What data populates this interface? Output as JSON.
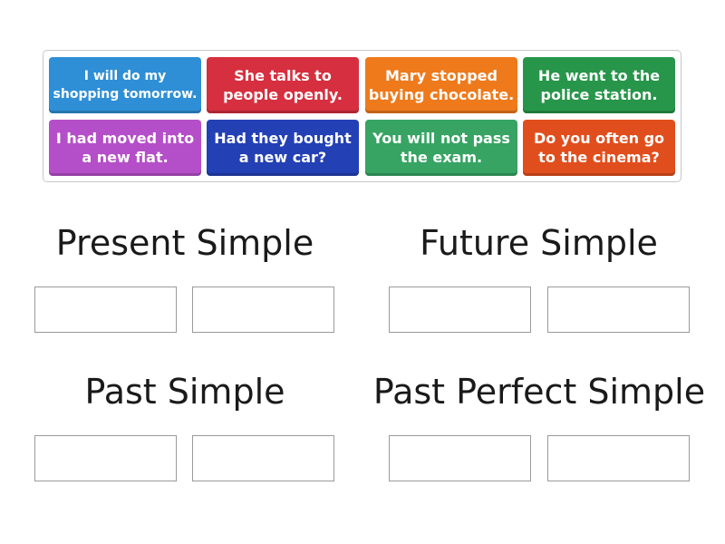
{
  "cards": [
    {
      "text": "I will do my shopping tomorrow.",
      "color": "#2e8fd6"
    },
    {
      "text": "She talks to people openly.",
      "color": "#d62f3f"
    },
    {
      "text": "Mary stopped buying chocolate.",
      "color": "#ee7a1c"
    },
    {
      "text": "He went to the police station.",
      "color": "#27964a"
    },
    {
      "text": "I had moved into a new flat.",
      "color": "#b54fc9"
    },
    {
      "text": "Had they bought a new car?",
      "color": "#2340b5"
    },
    {
      "text": "You will not pass the exam.",
      "color": "#37a463"
    },
    {
      "text": "Do you often go to the cinema?",
      "color": "#e14e1d"
    }
  ],
  "groups": [
    {
      "title": "Present Simple"
    },
    {
      "title": "Future Simple"
    },
    {
      "title": "Past Simple"
    },
    {
      "title": "Past Perfect Simple"
    }
  ]
}
